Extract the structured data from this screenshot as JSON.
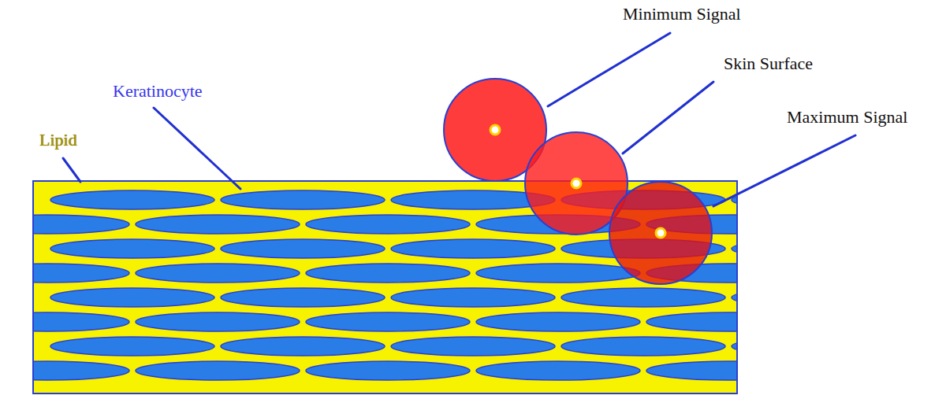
{
  "diagram": {
    "labels": [
      "Minimum Signal",
      "Skin Surface",
      "Maximum Signal",
      "Keratinocyte",
      "Lipid"
    ]
  }
}
